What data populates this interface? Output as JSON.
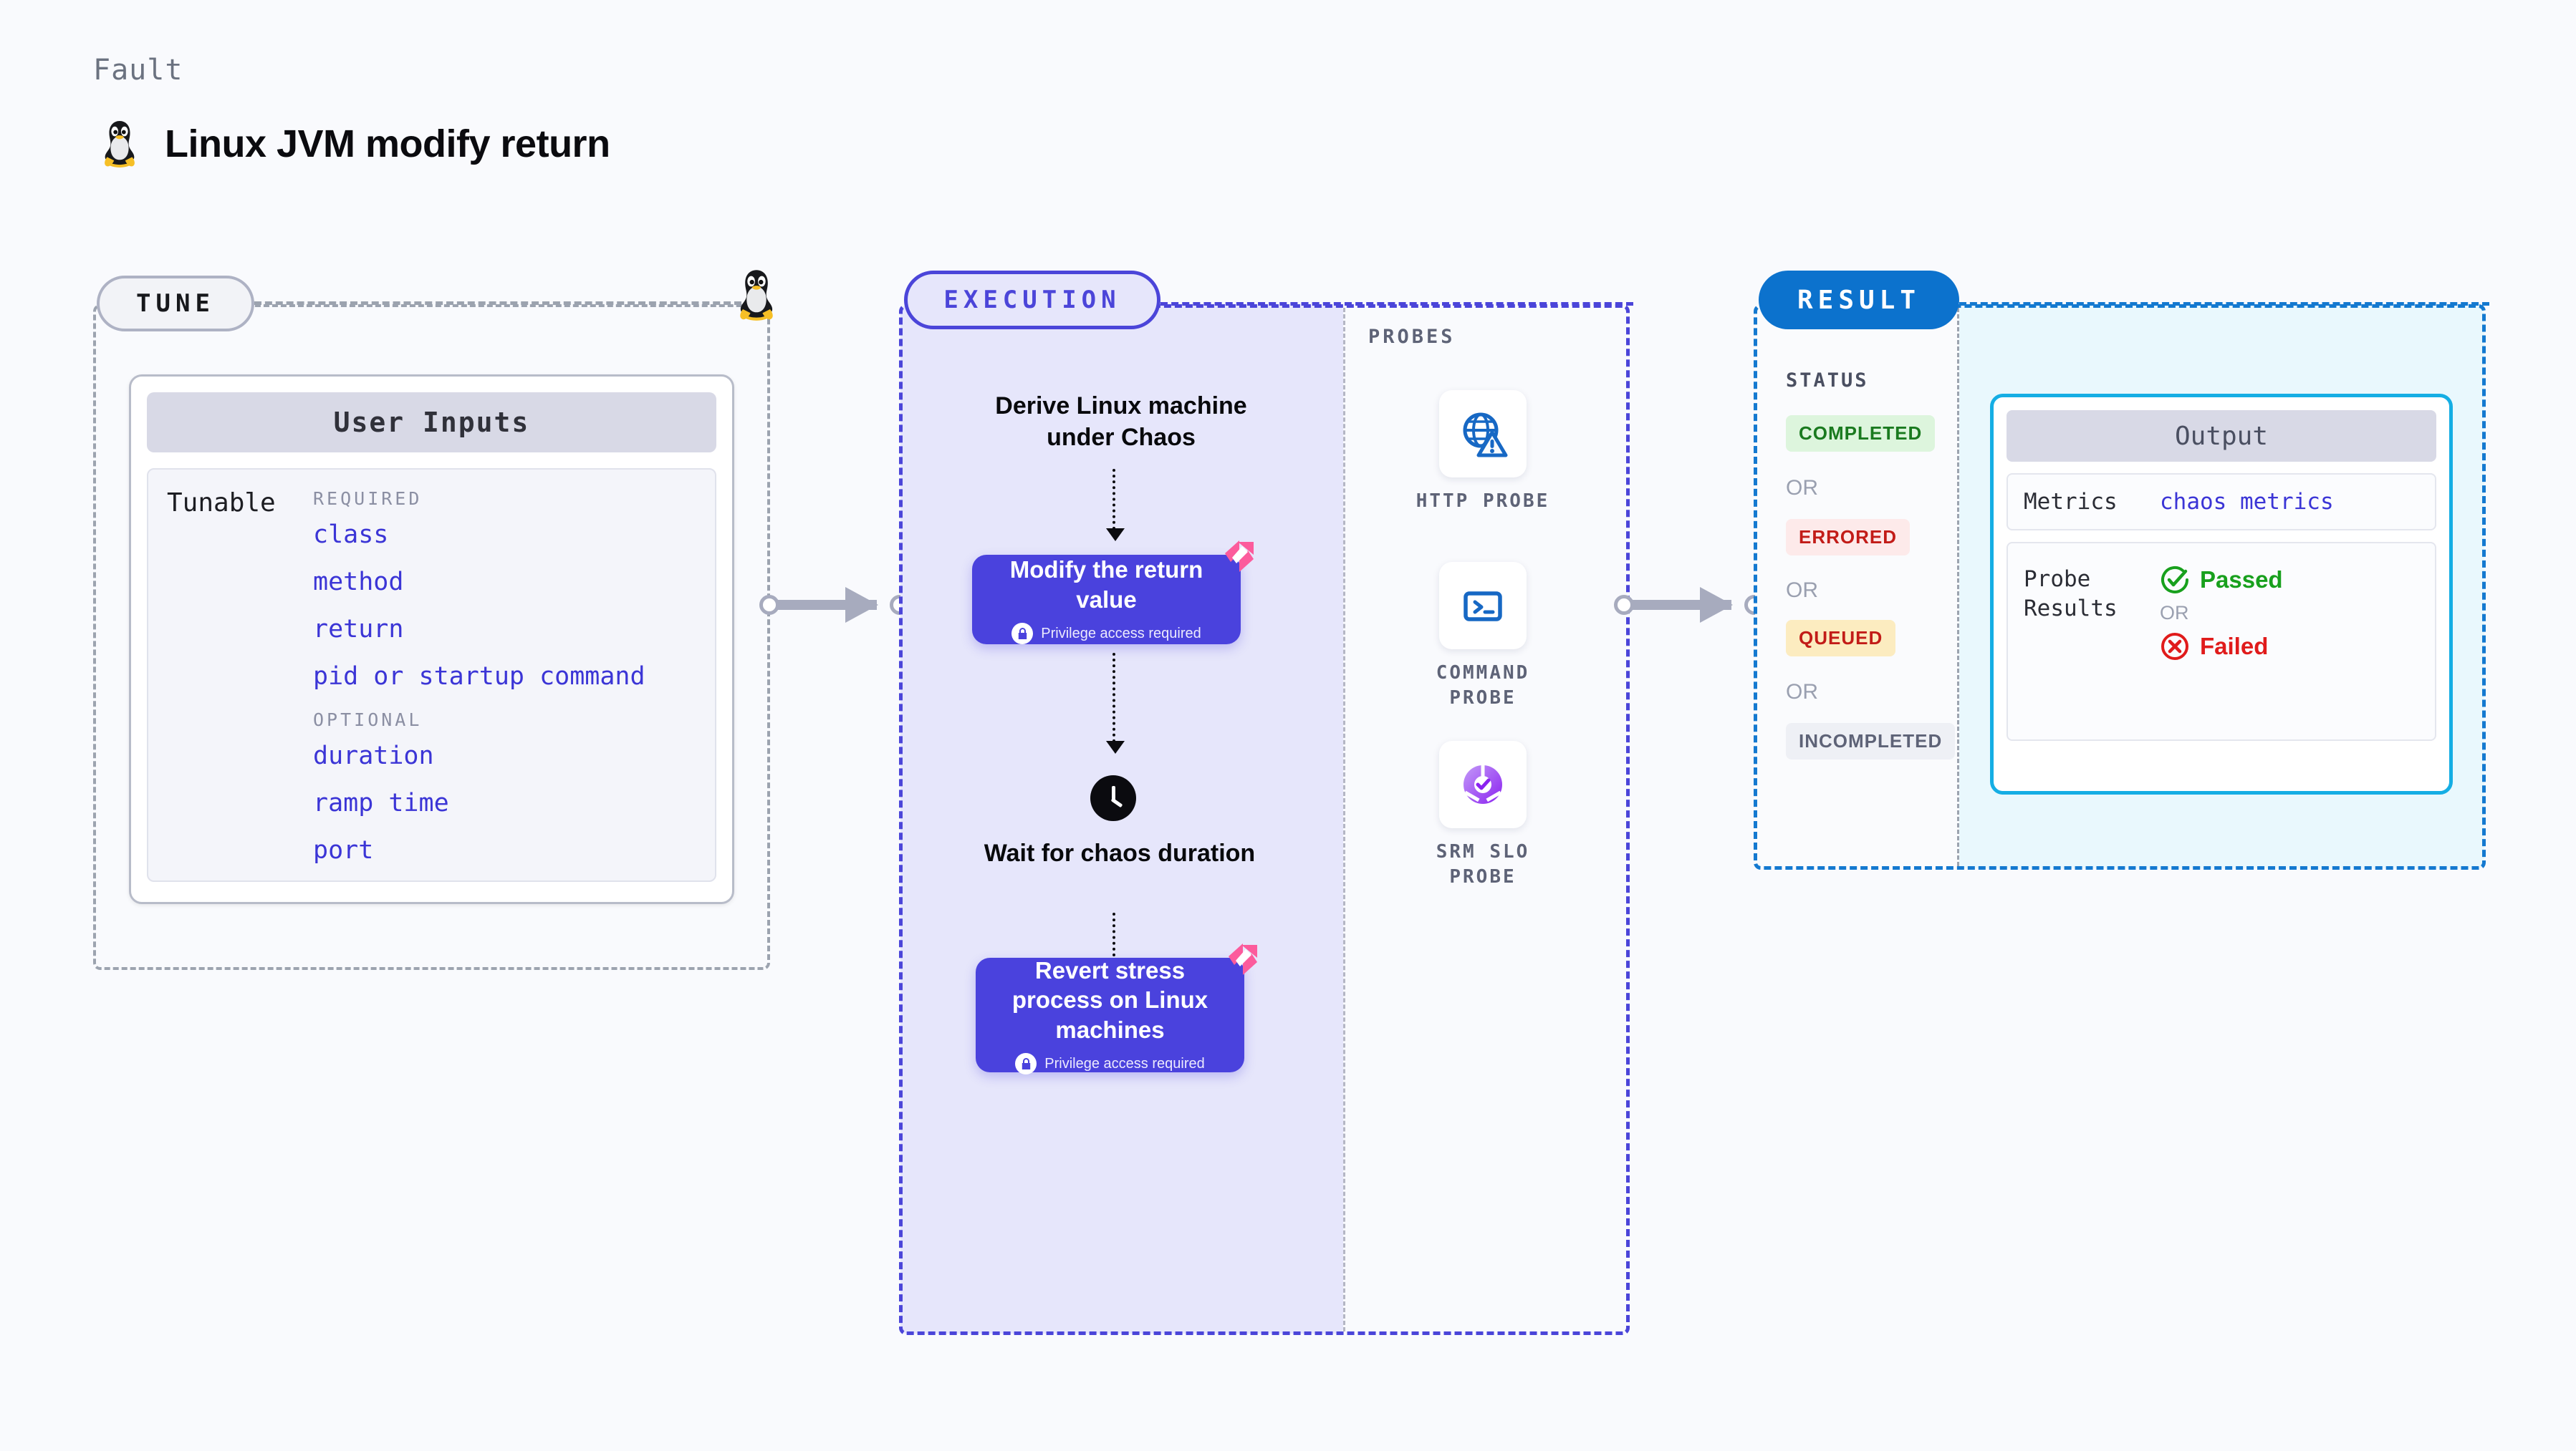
{
  "header": {
    "kicker": "Fault",
    "title": "Linux JVM modify return",
    "icon": "linux-penguin-icon"
  },
  "tune": {
    "pill_label": "TUNE",
    "card_title": "User Inputs",
    "tunable_label": "Tunable",
    "groups": [
      {
        "title": "REQUIRED",
        "items": [
          "class",
          "method",
          "return",
          "pid or startup command"
        ]
      },
      {
        "title": "OPTIONAL",
        "items": [
          "duration",
          "ramp time",
          "port"
        ]
      }
    ]
  },
  "execution": {
    "pill_label": "EXECUTION",
    "steps": {
      "derive": "Derive Linux machine under Chaos",
      "modify_title": "Modify the return value",
      "modify_priv": "Privilege access required",
      "wait": "Wait for chaos duration",
      "revert_title": "Revert stress process on Linux machines",
      "revert_priv": "Privilege access required"
    }
  },
  "probes": {
    "section_label": "PROBES",
    "items": [
      {
        "name": "HTTP PROBE",
        "icon": "globe-warning-icon"
      },
      {
        "name": "COMMAND PROBE",
        "icon": "terminal-icon"
      },
      {
        "name": "SRM SLO PROBE",
        "icon": "slo-donut-check-icon"
      }
    ]
  },
  "result": {
    "pill_label": "RESULT",
    "status_label": "STATUS",
    "or_label": "OR",
    "statuses": [
      {
        "text": "COMPLETED",
        "fg": "#1a7a1f",
        "bg": "#ddf5dd"
      },
      {
        "text": "ERRORED",
        "fg": "#c21c18",
        "bg": "#fdeaea"
      },
      {
        "text": "QUEUED",
        "fg": "#c21c18",
        "bg": "#fcecc0"
      },
      {
        "text": "INCOMPLETED",
        "fg": "#5e6377",
        "bg": "#eef0f5"
      }
    ],
    "output": {
      "title": "Output",
      "metrics_key": "Metrics",
      "metrics_value": "chaos metrics",
      "probe_key": "Probe Results",
      "passed": "Passed",
      "failed": "Failed",
      "or_label": "OR",
      "passed_color": "#18a01d",
      "failed_color": "#e01b1b"
    }
  },
  "colors": {
    "page_bg": "#f9fafd",
    "accent_purple": "#4a42dd",
    "accent_blue": "#0c72cd",
    "harness_pink": "#fc5b9c",
    "tune_grey": "#9ca3af"
  }
}
